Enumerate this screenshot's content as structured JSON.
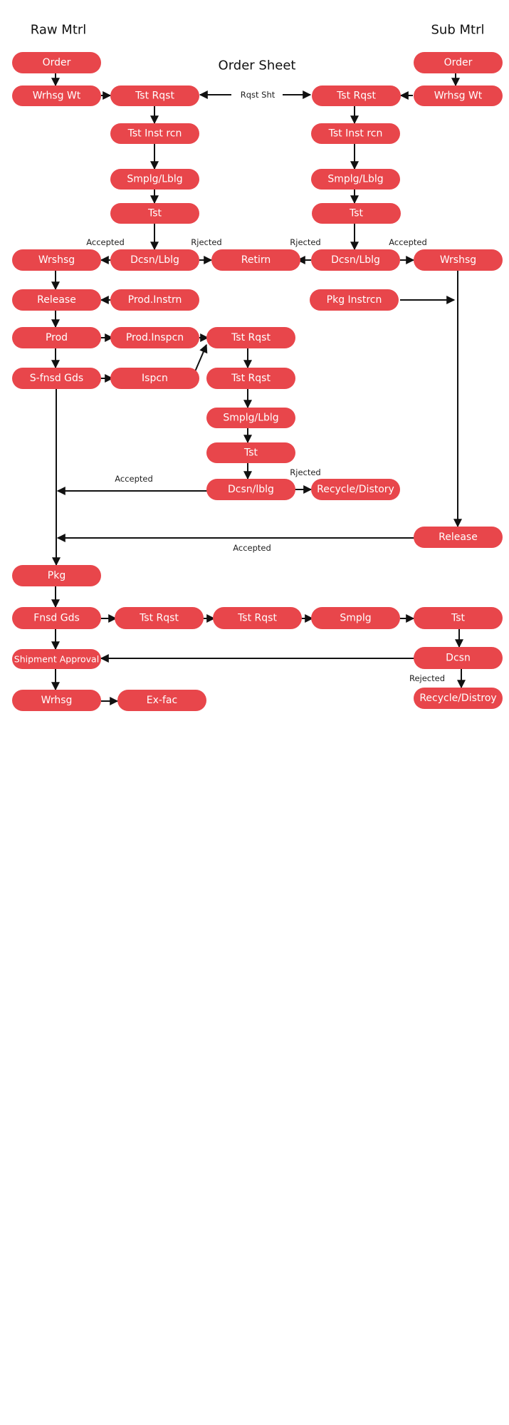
{
  "colors": {
    "node_fill": "#e8464b",
    "edge": "#111111",
    "text": "#ffffff"
  },
  "headings": {
    "raw_material": "Raw Mtrl",
    "sub_material": "Sub Mtrl",
    "order_sheet": "Order Sheet"
  },
  "nodes": {
    "order_left": "Order",
    "order_right": "Order",
    "wrhsg_wt_left": "Wrhsg Wt",
    "wrhsg_wt_right": "Wrhsg Wt",
    "tst_rqst_left": "Tst Rqst",
    "tst_rqst_right": "Tst Rqst",
    "tst_inst_left": "Tst Inst rcn",
    "tst_inst_right": "Tst Inst rcn",
    "smplg_left": "Smplg/Lblg",
    "smplg_right": "Smplg/Lblg",
    "tst_left": "Tst",
    "tst_right": "Tst",
    "wrshsg_left": "Wrshsg",
    "dcsn_left": "Dcsn/Lblg",
    "retirn": "Retirn",
    "dcsn_right": "Dcsn/Lblg",
    "wrshsg_right": "Wrshsg",
    "release_left": "Release",
    "prod_instrn": "Prod.Instrn",
    "pkg_instrcn": "Pkg Instrcn",
    "prod": "Prod",
    "prod_inspcn": "Prod.Inspcn",
    "tst_rqst_mid1": "Tst Rqst",
    "s_fnsd_gds": "S-fnsd Gds",
    "ispcn": "Ispcn",
    "tst_rqst_mid2": "Tst Rqst",
    "smplg_mid": "Smplg/Lblg",
    "tst_mid": "Tst",
    "dcsn_mid": "Dcsn/lblg",
    "recycle_mid": "Recycle/Distory",
    "release_right": "Release",
    "pkg": "Pkg",
    "fnsd_gds": "Fnsd Gds",
    "tst_rqst_b1": "Tst Rqst",
    "tst_rqst_b2": "Tst Rqst",
    "smplg_b": "Smplg",
    "tst_b": "Tst",
    "shipment_approval": "Shipment Approval",
    "dcsn_b": "Dcsn",
    "wrhsg_b": "Wrhsg",
    "ex_fac": "Ex-fac",
    "recycle_b": "Recycle/Distroy"
  },
  "edge_labels": {
    "rqst_sht": "Rqst Sht",
    "accepted_left": "Accepted",
    "rejected_left": "Rjected",
    "rejected_right": "Rjected",
    "accepted_right": "Accepted",
    "accepted_mid": "Accepted",
    "rejected_mid": "Rjected",
    "accepted_release": "Accepted",
    "rejected_b": "Rejected"
  }
}
